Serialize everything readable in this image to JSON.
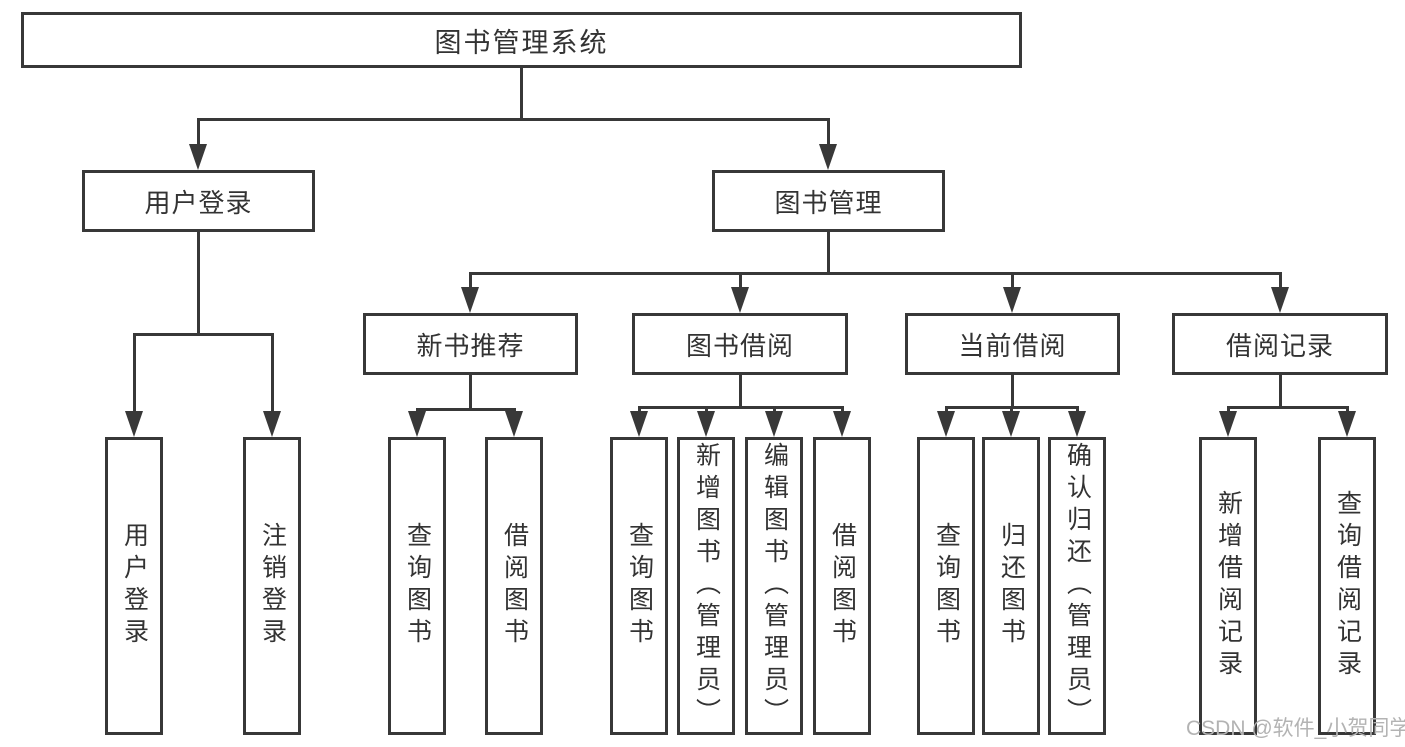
{
  "diagram": {
    "root": {
      "label": "图书管理系统"
    },
    "level2": [
      {
        "label": "用户登录",
        "children": [
          {
            "label": "用户登录"
          },
          {
            "label": "注销登录"
          }
        ]
      },
      {
        "label": "图书管理",
        "children": [
          {
            "label": "新书推荐",
            "children": [
              {
                "label": "查询图书"
              },
              {
                "label": "借阅图书"
              }
            ]
          },
          {
            "label": "图书借阅",
            "children": [
              {
                "label": "查询图书"
              },
              {
                "label": "新增图书（管理员）"
              },
              {
                "label": "编辑图书（管理员）"
              },
              {
                "label": "借阅图书"
              }
            ]
          },
          {
            "label": "当前借阅",
            "children": [
              {
                "label": "查询图书"
              },
              {
                "label": "归还图书"
              },
              {
                "label": "确认归还（管理员）"
              }
            ]
          },
          {
            "label": "借阅记录",
            "children": [
              {
                "label": "新增借阅记录"
              },
              {
                "label": "查询借阅记录"
              }
            ]
          }
        ]
      }
    ]
  },
  "watermark": {
    "text": "CSDN @软件_小贺同学"
  },
  "colors": {
    "line": "#383838",
    "border": "#383838",
    "text": "#333333",
    "background": "#ffffff",
    "watermark": "#b3b3b3"
  }
}
